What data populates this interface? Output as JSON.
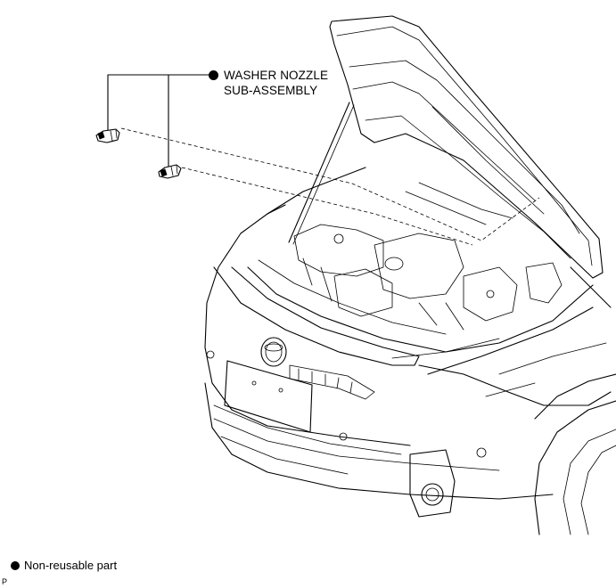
{
  "callout": {
    "line1": "WASHER NOZZLE",
    "line2": "SUB-ASSEMBLY",
    "marker": "filled-circle"
  },
  "legend": {
    "marker": "filled-circle",
    "text": "Non-reusable part"
  },
  "figure_code": "P"
}
